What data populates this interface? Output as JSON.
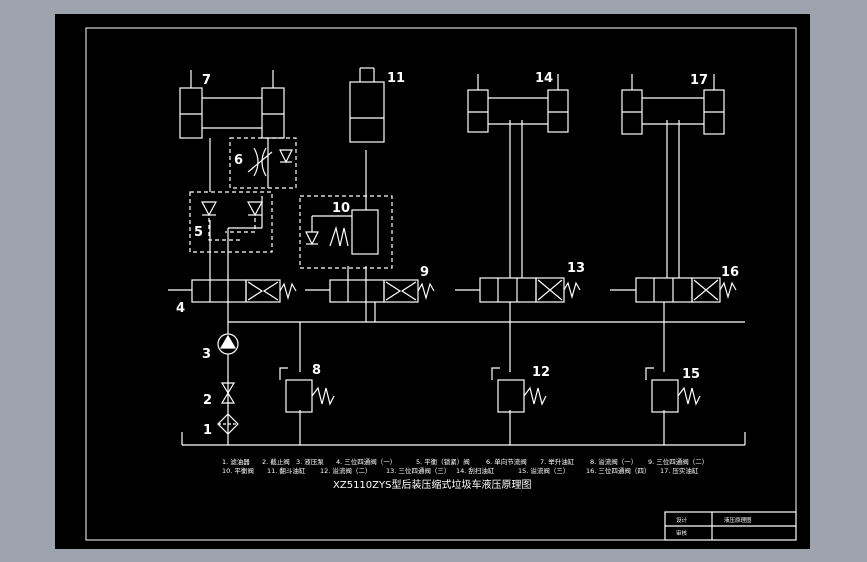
{
  "labels": {
    "n1": "1",
    "n2": "2",
    "n3": "3",
    "n4": "4",
    "n5": "5",
    "n6": "6",
    "n7": "7",
    "n8": "8",
    "n9": "9",
    "n10": "10",
    "n11": "11",
    "n12": "12",
    "n13": "13",
    "n14": "14",
    "n15": "15",
    "n16": "16",
    "n17": "17"
  },
  "legend": {
    "row1": [
      "1. 滤油器",
      "2. 截止阀",
      "3. 液压泵",
      "4. 三位四通阀（一）",
      "5. 平衡（锁紧）阀",
      "6. 单向节流阀",
      "7. 举升油缸",
      "8. 溢流阀（一）",
      "9. 三位四通阀（二）"
    ],
    "row2": [
      "10. 平衡阀",
      "11. 翻斗油缸",
      "12. 溢流阀（二）",
      "13. 三位四通阀（三）",
      "14. 刮扫油缸",
      "15. 溢流阀（三）",
      "16. 三位四通阀（四）",
      "17. 压实油缸"
    ]
  },
  "title": "XZ5110ZYS型后装压缩式垃圾车液压原理图",
  "title_block": {
    "cell1": "设计",
    "cell2": "审核",
    "cell3": "液压原理图"
  },
  "colors": {
    "sheet": "#000000",
    "line": "#ffffff",
    "outer_bg": "#9ea4ad"
  }
}
